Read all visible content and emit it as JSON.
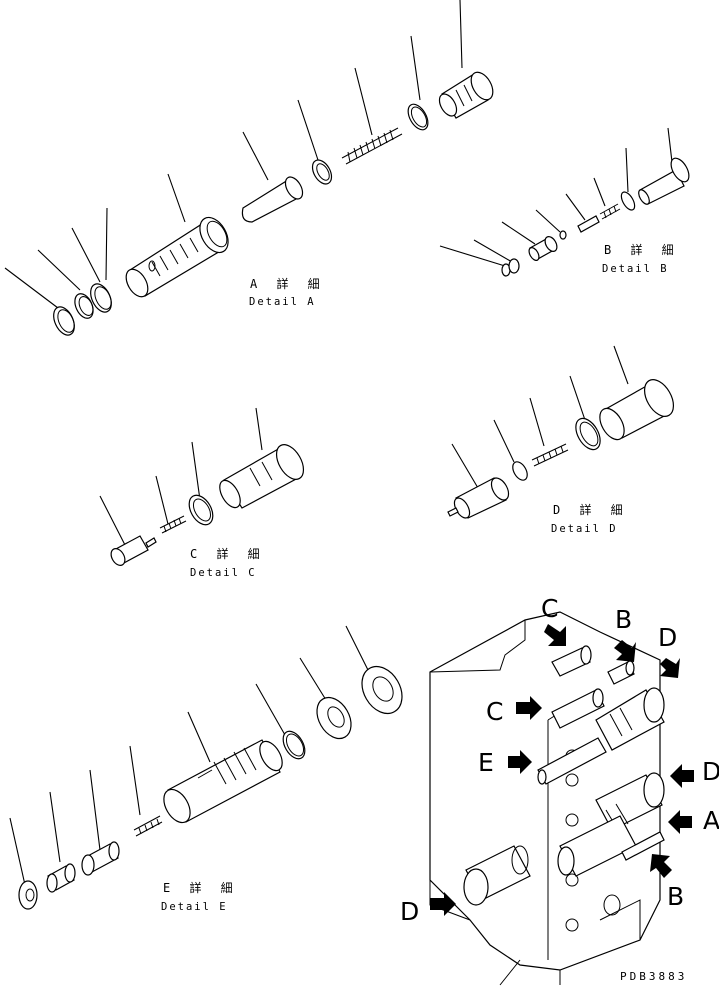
{
  "details": {
    "a": {
      "jp": "A 詳 細",
      "en": "Detail A"
    },
    "b": {
      "jp": "B 詳 細",
      "en": "Detail B"
    },
    "c": {
      "jp": "C 詳 細",
      "en": "Detail C"
    },
    "d": {
      "jp": "D 詳 細",
      "en": "Detail D"
    },
    "e": {
      "jp": "E 詳 細",
      "en": "Detail E"
    }
  },
  "callouts": {
    "c_top": "C",
    "b_top": "B",
    "d_top": "D",
    "c_mid": "C",
    "e_mid": "E",
    "d_right": "D",
    "a_right": "A",
    "b_bottom": "B",
    "d_left": "D"
  },
  "drawing_code": "PDB3883"
}
